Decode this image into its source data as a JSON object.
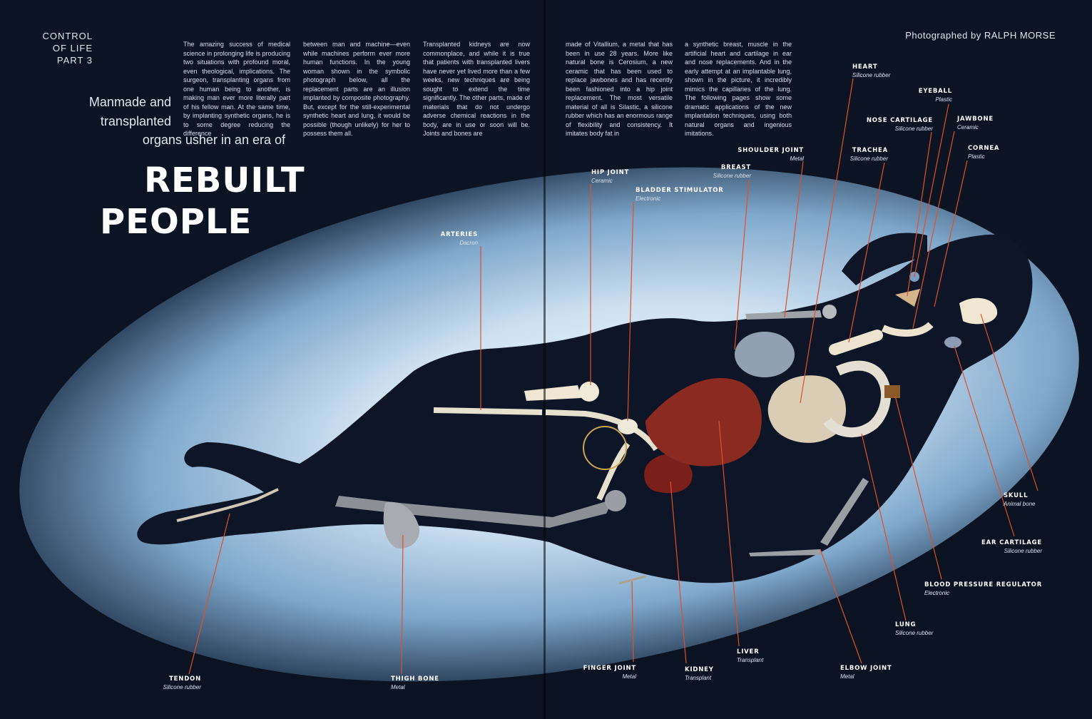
{
  "kicker": {
    "line1": "CONTROL",
    "line2": "OF LIFE",
    "line3": "PART 3"
  },
  "credit": "Photographed by RALPH MORSE",
  "subhead": {
    "line1": "Manmade and",
    "line2": "transplanted",
    "line3": "organs usher in an era of"
  },
  "headline": {
    "line1": "REBUILT",
    "line2": "PEOPLE"
  },
  "article": {
    "col1": "The amazing success of medical science in prolonging life is producing two situations with profound moral, even theological, implications. The surgeon, transplanting organs from one human being to another, is making man ever more literally part of his fellow man. At the same time, by implanting synthetic organs, he is to some degree reducing the difference",
    "col2": "between man and machine—even while machines perform ever more human functions. In the young woman shown in the symbolic photograph below, all the replacement parts are an illusion implanted by composite photography. But, except for the still-experimental synthetic heart and lung, it would be possible (though unlikely) for her to possess them all.",
    "col3": "Transplanted kidneys are now commonplace, and while it is true that patients with transplanted livers have never yet lived more than a few weeks, new techniques are being sought to extend the time significantly. The other parts, made of materials that do not undergo adverse chemical reactions in the body, are in use or soon will be. Joints and bones are",
    "col4": "made of Vitallium, a metal that has been in use 28 years. More like natural bone is Cerosium, a new ceramic that has been used to replace jawbones and has recently been fashioned into a hip joint replacement. The most versatile material of all is Silastic, a silicone rubber which has an enormous range of flexibility and consistency. It imitates body fat in",
    "col5": "a synthetic breast, muscle in the artificial heart and cartilage in ear and nose replacements. And in the early attempt at an implantable lung, shown in the picture, it incredibly mimics the capillaries of the lung. The following pages show some dramatic applications of the new implantation techniques, using both natural organs and ingenious imitations."
  },
  "labels": [
    {
      "id": "arteries",
      "name": "ARTERIES",
      "material": "Dacron"
    },
    {
      "id": "tendon",
      "name": "TENDON",
      "material": "Silicone rubber"
    },
    {
      "id": "thigh-bone",
      "name": "THIGH BONE",
      "material": "Metal"
    },
    {
      "id": "hip-joint",
      "name": "HIP JOINT",
      "material": "Ceramic"
    },
    {
      "id": "bladder-stimulator",
      "name": "BLADDER STIMULATOR",
      "material": "Electronic"
    },
    {
      "id": "shoulder-joint",
      "name": "SHOULDER JOINT",
      "material": "Metal"
    },
    {
      "id": "breast",
      "name": "BREAST",
      "material": "Silicone rubber"
    },
    {
      "id": "heart",
      "name": "HEART",
      "material": "Silicone rubber"
    },
    {
      "id": "trachea",
      "name": "TRACHEA",
      "material": "Silicone rubber"
    },
    {
      "id": "nose-cartilage",
      "name": "NOSE CARTILAGE",
      "material": "Silicone rubber"
    },
    {
      "id": "eyeball",
      "name": "EYEBALL",
      "material": "Plastic"
    },
    {
      "id": "jawbone",
      "name": "JAWBONE",
      "material": "Ceramic"
    },
    {
      "id": "cornea",
      "name": "CORNEA",
      "material": "Plastic"
    },
    {
      "id": "skull",
      "name": "SKULL",
      "material": "Animal bone"
    },
    {
      "id": "ear-cartilage",
      "name": "EAR CARTILAGE",
      "material": "Silicone rubber"
    },
    {
      "id": "blood-pressure-regulator",
      "name": "BLOOD PRESSURE REGULATOR",
      "material": "Electronic"
    },
    {
      "id": "lung",
      "name": "LUNG",
      "material": "Silicone rubber"
    },
    {
      "id": "elbow-joint",
      "name": "ELBOW JOINT",
      "material": "Metal"
    },
    {
      "id": "liver",
      "name": "LIVER",
      "material": "Transplant"
    },
    {
      "id": "kidney",
      "name": "KIDNEY",
      "material": "Transplant"
    },
    {
      "id": "finger-joint",
      "name": "FINGER JOINT",
      "material": "Metal"
    }
  ],
  "colors": {
    "leader_line": "#e0502a",
    "background": "#0b1322",
    "spotlight": "#dcebf7"
  }
}
